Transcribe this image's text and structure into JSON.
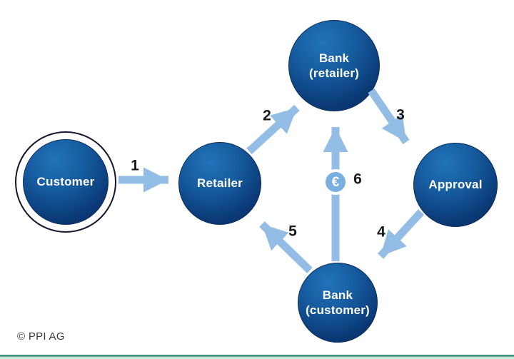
{
  "diagram": {
    "type": "payment-flow-diagram",
    "nodes": {
      "customer": {
        "label": "Customer",
        "highlighted_ring": true
      },
      "retailer": {
        "label": "Retailer"
      },
      "bank_retailer": {
        "line1": "Bank",
        "line2": "(retailer)"
      },
      "approval": {
        "label": "Approval"
      },
      "bank_customer": {
        "line1": "Bank",
        "line2": "(customer)"
      }
    },
    "arrows": {
      "step1": {
        "label": "1",
        "from": "customer",
        "to": "retailer"
      },
      "step2": {
        "label": "2",
        "from": "retailer",
        "to": "bank_retailer"
      },
      "step3": {
        "label": "3",
        "from": "bank_retailer",
        "to": "approval"
      },
      "step4": {
        "label": "4",
        "from": "approval",
        "to": "bank_customer"
      },
      "step5": {
        "label": "5",
        "from": "bank_customer",
        "to": "retailer"
      },
      "step6": {
        "label": "6",
        "from": "bank_customer",
        "to": "bank_retailer",
        "badge": "€"
      }
    },
    "euro_badge": {
      "symbol": "€"
    }
  },
  "footer": {
    "copyright": "© PPI AG"
  },
  "colors": {
    "node_gradient_light": "#2273ba",
    "node_gradient_dark": "#082c5c",
    "node_text": "#ffffff",
    "arrow": "#94bde5",
    "euro_badge_fill": "#79b0e0",
    "step_label_text": "#1a1a1a",
    "footer_bar_teal": "#418f7c",
    "footer_bar_light": "#a9d9c3"
  }
}
